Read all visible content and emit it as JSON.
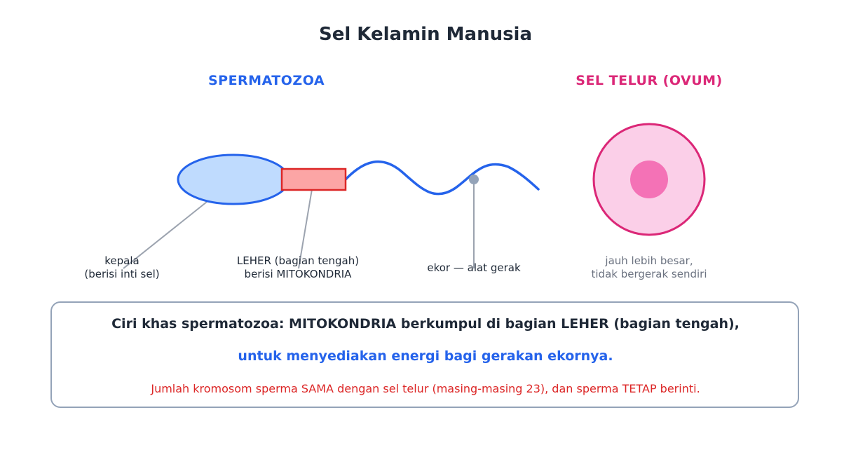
{
  "title": "Sel Kelamin Manusia",
  "headings": {
    "sperm": "SPERMATOZOA",
    "ovum": "SEL TELUR (OVUM)"
  },
  "labels": {
    "head_line1": "kepala",
    "head_line2": "(berisi inti sel)",
    "neck_line1": "LEHER (bagian tengah)",
    "neck_line2": "berisi MITOKONDRIA",
    "tail": "ekor — alat gerak",
    "ovum_line1": "jauh lebih besar,",
    "ovum_line2": "tidak bergerak sendiri"
  },
  "info": {
    "line1": "Ciri khas spermatozoa: MITOKONDRIA berkumpul di bagian LEHER (bagian tengah),",
    "line2": "untuk menyediakan energi bagi gerakan ekornya.",
    "line3": "Jumlah kromosom sperma SAMA dengan sel telur (masing-masing 23), dan sperma TETAP berinti."
  },
  "colors": {
    "sperm_accent": "#2563eb",
    "ovum_accent": "#db2777",
    "sperm_head_fill": "#bfdbfe",
    "neck_fill": "#fca5a5",
    "neck_stroke": "#dc2626",
    "ovum_fill": "#fbcfe8",
    "ovum_nucleus": "#f472b6",
    "leader_line": "#9ca3af",
    "warning_text": "#dc2626"
  }
}
